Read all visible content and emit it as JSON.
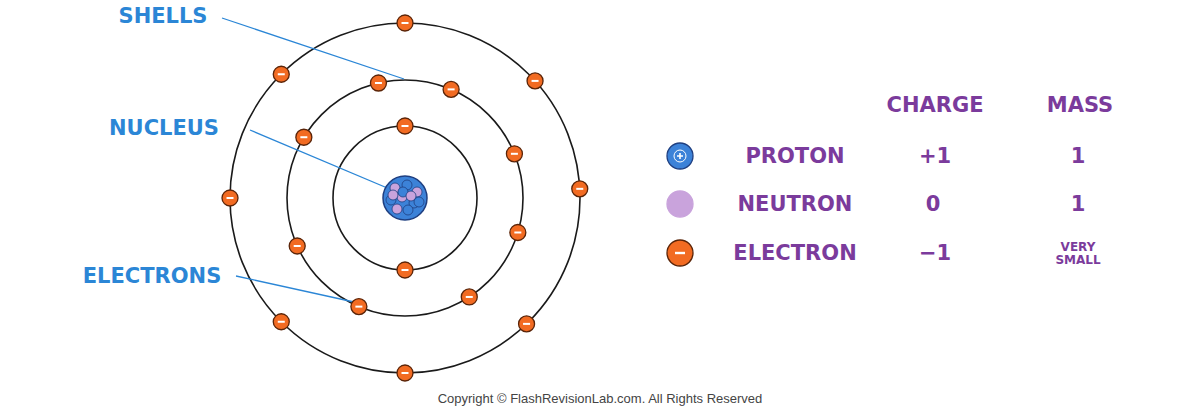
{
  "diagram": {
    "labels": [
      "SHELLS",
      "NUCLEUS",
      "ELECTRONS",
      "CHARGE",
      "MASS",
      "+1",
      "1",
      "0",
      "1",
      "−1",
      "VERY SMALL",
      "Copyright © FlashRevisionLab.com. All Rights Reserved"
    ],
    "legend": [
      {
        "text": "PROTON",
        "color": "#3c82d8"
      },
      {
        "text": "NEUTRON",
        "color": "#c9a3dc"
      },
      {
        "text": "ELECTRON",
        "color": "#f26b22"
      }
    ]
  }
}
